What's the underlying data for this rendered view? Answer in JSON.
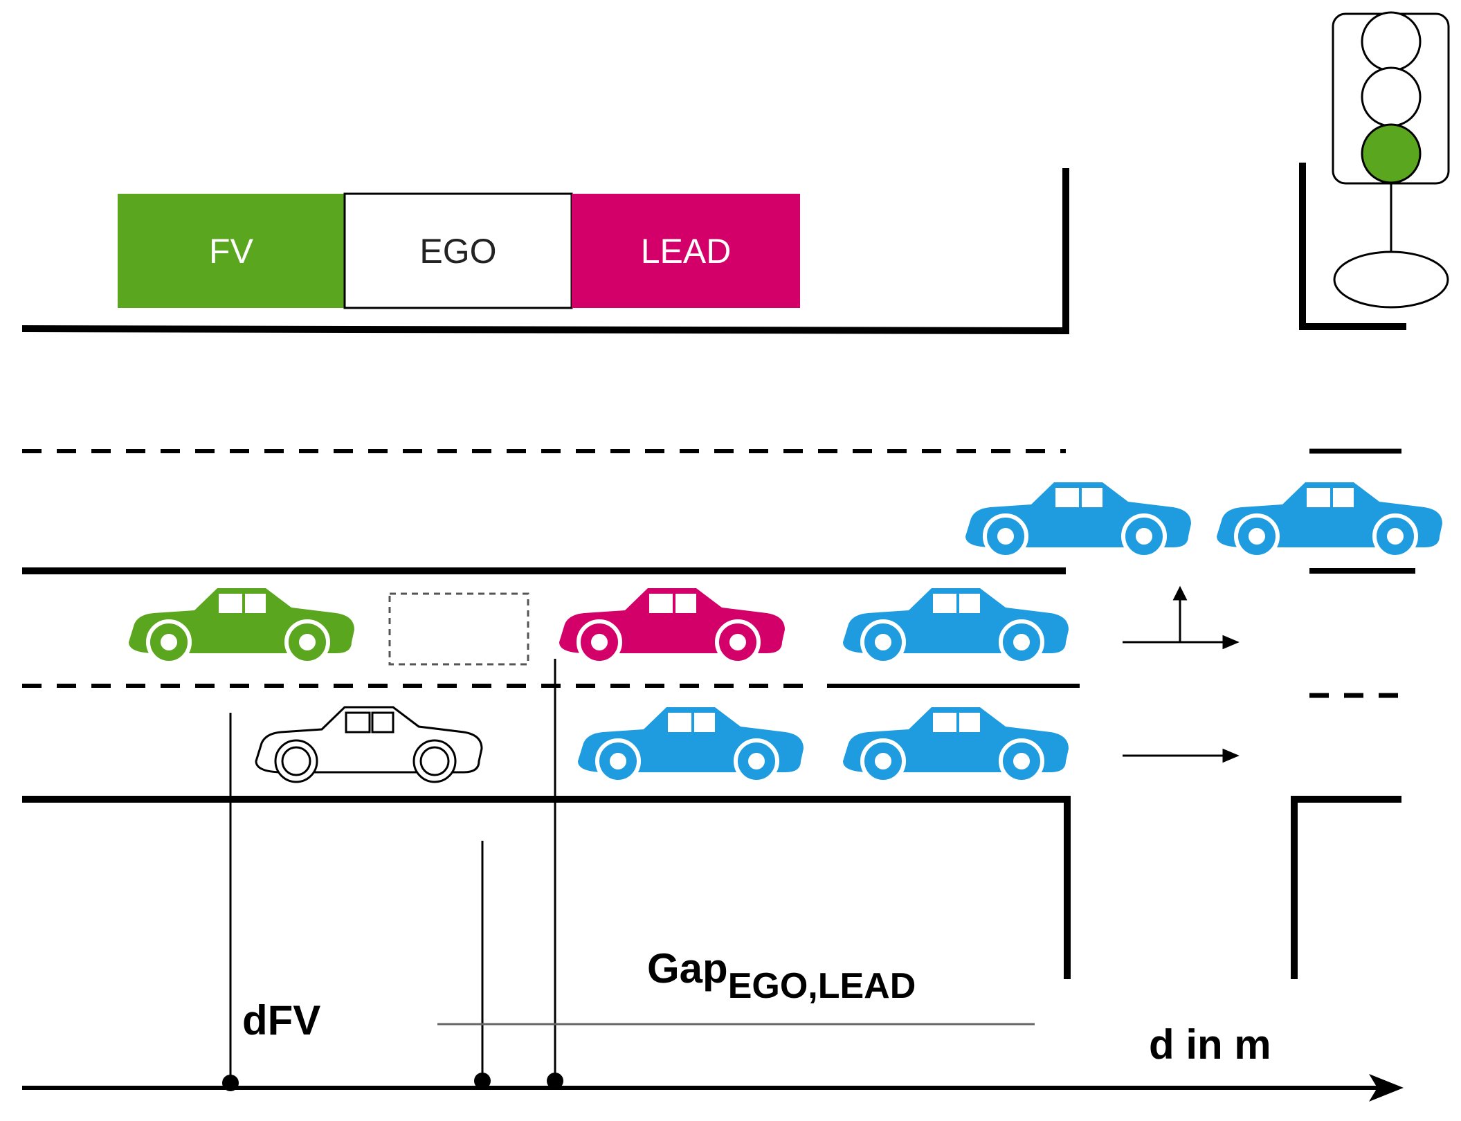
{
  "legend": {
    "fv": "FV",
    "ego": "EGO",
    "lead": "LEAD"
  },
  "labels": {
    "d_fv": "dFV",
    "gap_main": "Gap",
    "gap_sub": "EGO,LEAD",
    "axis": "d in m"
  },
  "colors": {
    "fv": "#5aa61e",
    "lead": "#d4006a",
    "traffic": "#1f9cdf",
    "ego": "#ffffff",
    "line": "#000000",
    "signal_active": "#5aa61e"
  },
  "traffic_light": {
    "active": "bottom"
  }
}
